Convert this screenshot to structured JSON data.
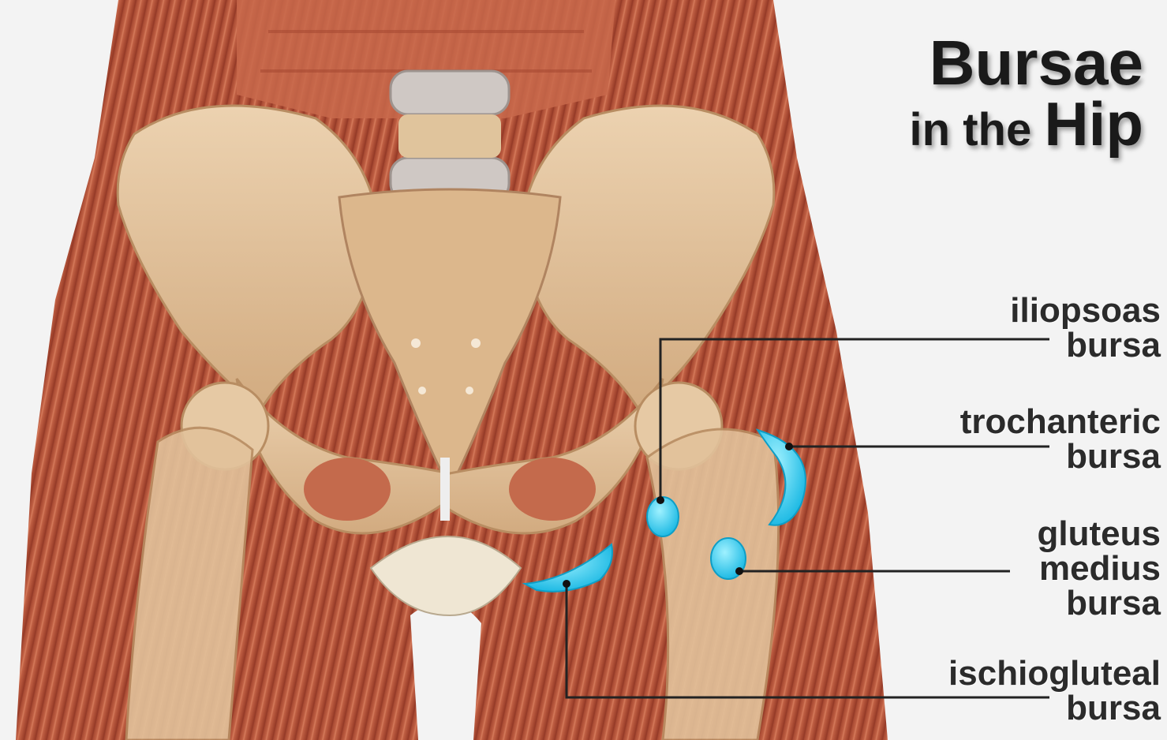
{
  "title": {
    "line1": "Bursae",
    "line2_prefix": "in the",
    "line2_emphasis": "Hip"
  },
  "labels": [
    {
      "line1": "iliopsoas",
      "line2": "bursa"
    },
    {
      "line1": "trochanteric",
      "line2": "bursa"
    },
    {
      "line1": "gluteus",
      "line2": "medius",
      "line3": "bursa"
    },
    {
      "line1": "ischiogluteal",
      "line2": "bursa"
    }
  ],
  "colors": {
    "background": "#f3f3f3",
    "muscle": "#b8553a",
    "bone": "#e2c29b",
    "bursa": "#2ec8ee",
    "leader_line": "#222222"
  }
}
